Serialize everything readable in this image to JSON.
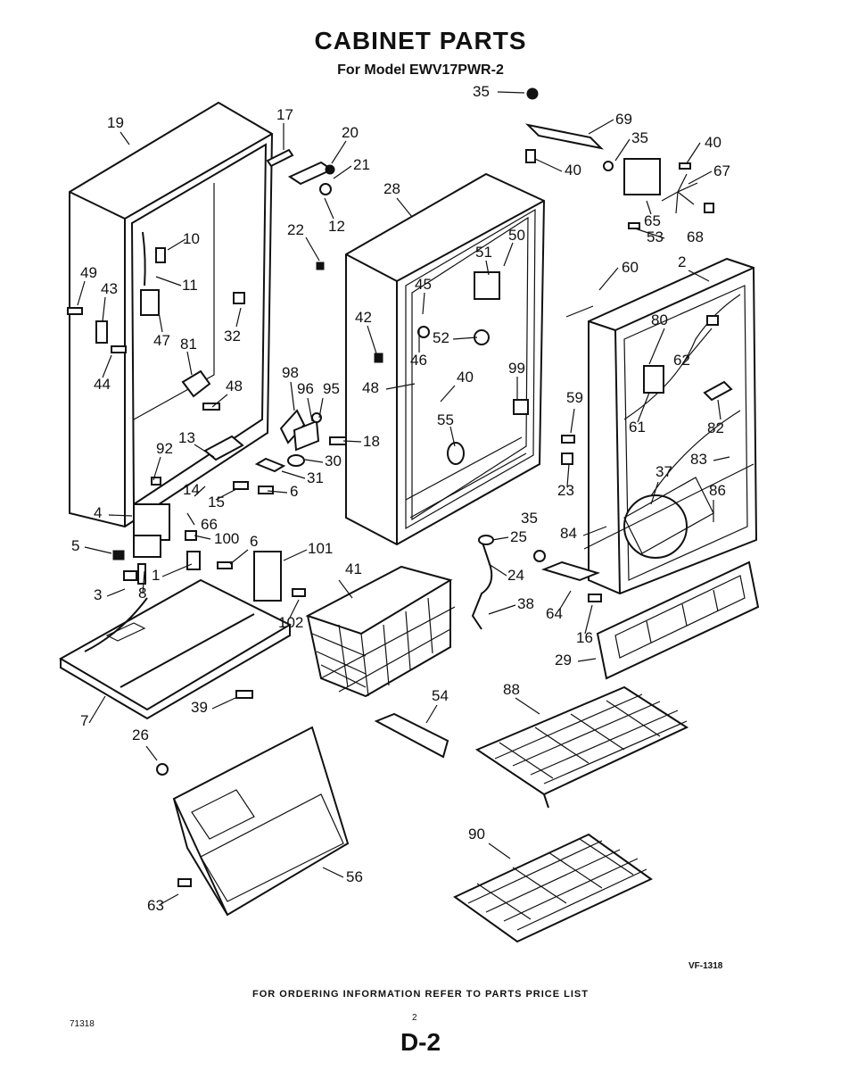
{
  "header": {
    "title": "CABINET PARTS",
    "subtitle": "For Model EWV17PWR-2"
  },
  "part_labels": [
    "35",
    "69",
    "35",
    "40",
    "40",
    "67",
    "65",
    "53",
    "68",
    "17",
    "20",
    "21",
    "12",
    "19",
    "28",
    "22",
    "51",
    "50",
    "2",
    "60",
    "10",
    "11",
    "49",
    "43",
    "45",
    "42",
    "80",
    "62",
    "47",
    "81",
    "32",
    "52",
    "46",
    "44",
    "48",
    "98",
    "96",
    "95",
    "40",
    "99",
    "48",
    "59",
    "61",
    "82",
    "55",
    "18",
    "92",
    "13",
    "30",
    "31",
    "23",
    "83",
    "37",
    "86",
    "14",
    "15",
    "6",
    "4",
    "66",
    "100",
    "6",
    "101",
    "35",
    "25",
    "84",
    "5",
    "41",
    "1",
    "8",
    "3",
    "24",
    "38",
    "64",
    "102",
    "16",
    "29",
    "7",
    "39",
    "54",
    "88",
    "26",
    "56",
    "63",
    "90"
  ],
  "footer": {
    "note": "FOR ORDERING INFORMATION REFER TO PARTS PRICE LIST",
    "doc_code": "VF-1318",
    "ref_number": "71318",
    "page_number": "2",
    "page_label": "D-2"
  }
}
